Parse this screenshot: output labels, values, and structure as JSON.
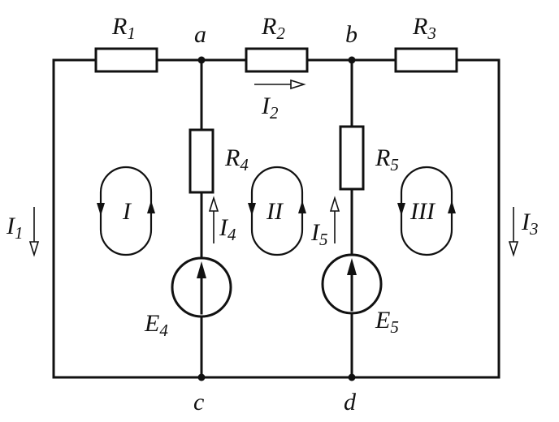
{
  "resistors": {
    "r1": {
      "main": "R",
      "sub": "1"
    },
    "r2": {
      "main": "R",
      "sub": "2"
    },
    "r3": {
      "main": "R",
      "sub": "3"
    },
    "r4": {
      "main": "R",
      "sub": "4"
    },
    "r5": {
      "main": "R",
      "sub": "5"
    }
  },
  "sources": {
    "e4": {
      "main": "E",
      "sub": "4"
    },
    "e5": {
      "main": "E",
      "sub": "5"
    }
  },
  "currents": {
    "i1": {
      "main": "I",
      "sub": "1"
    },
    "i2": {
      "main": "I",
      "sub": "2"
    },
    "i3": {
      "main": "I",
      "sub": "3"
    },
    "i4": {
      "main": "I",
      "sub": "4"
    },
    "i5": {
      "main": "I",
      "sub": "5"
    }
  },
  "nodes": {
    "a": "a",
    "b": "b",
    "c": "c",
    "d": "d"
  },
  "loops": {
    "loop1": "I",
    "loop2": "II",
    "loop3": "III"
  }
}
